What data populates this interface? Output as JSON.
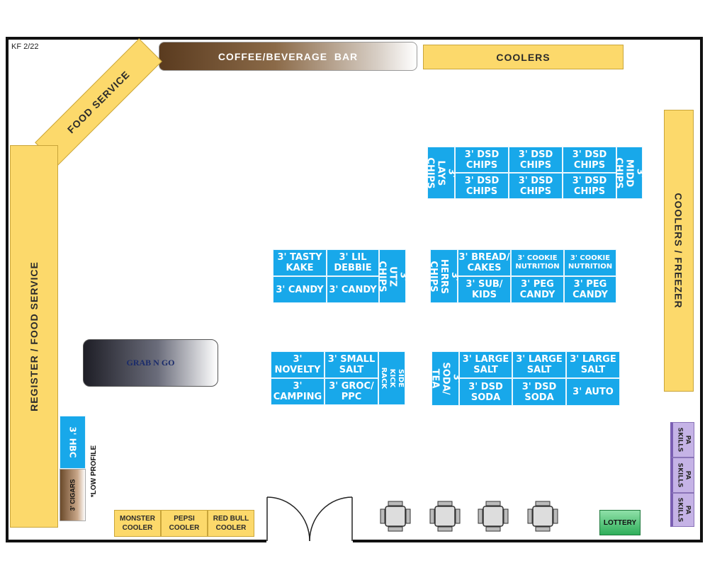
{
  "label_code": "KF 2/22",
  "fixtures": {
    "coffee_bar": "COFFEE/BEVERAGE  BAR",
    "coolers_top": "COOLERS",
    "food_service": "FOOD SERVICE",
    "register": "REGISTER / FOOD SERVICE",
    "coolers_freezer": "COOLERS / FREEZER",
    "grab_n_go": "GRAB N GO",
    "hbc": "3' HBC",
    "cigars": "3' CIGARS",
    "low_profile": "*LOW PROFILE",
    "monster": "MONSTER\nCOOLER",
    "pepsi": "PEPSI\nCOOLER",
    "redbull": "RED BULL\nCOOLER",
    "lottery": "LOTTERY",
    "pa_skills": [
      "PA\nSKILLS",
      "PA\nSKILLS",
      "PA\nSKILLS"
    ]
  },
  "shelves": {
    "chips": {
      "lays": "3' LAYS\nCHIPS",
      "dsd": [
        "3' DSD\nCHIPS",
        "3' DSD\nCHIPS",
        "3' DSD\nCHIPS",
        "3' DSD\nCHIPS",
        "3' DSD\nCHIPS",
        "3' DSD\nCHIPS"
      ],
      "midd": "3' MIDD\nCHIPS"
    },
    "snack": {
      "tasty_kake": "3' TASTY\nKAKE",
      "lil_debbie": "3' LIL\nDEBBIE",
      "utz": "3' UTZ\nCHIPS",
      "candy1": "3' CANDY",
      "candy2": "3' CANDY"
    },
    "bread": {
      "herrs": "3' HERRS\nCHIPS",
      "bread_cakes": "3' BREAD/\nCAKES",
      "cookie1": "3' COOKIE\nNUTRITION",
      "cookie2": "3' COOKIE\nNUTRITION",
      "sub_kids": "3' SUB/\nKIDS",
      "peg1": "3' PEG\nCANDY",
      "peg2": "3' PEG\nCANDY"
    },
    "grocery": {
      "novelty": "3'\nNOVELTY",
      "small_salt": "3' SMALL\nSALT",
      "side_kick": "SIDE KICK\nRACK",
      "camping": "3'\nCAMPING",
      "groc_ppc": "3' GROC/\nPPC"
    },
    "soda": {
      "soda_tea": "3' SODA/\nTEA",
      "large_salt": [
        "3' LARGE\nSALT",
        "3' LARGE\nSALT",
        "3' LARGE\nSALT"
      ],
      "dsd_soda": [
        "3' DSD\nSODA",
        "3' DSD\nSODA"
      ],
      "auto": "3' AUTO"
    }
  }
}
